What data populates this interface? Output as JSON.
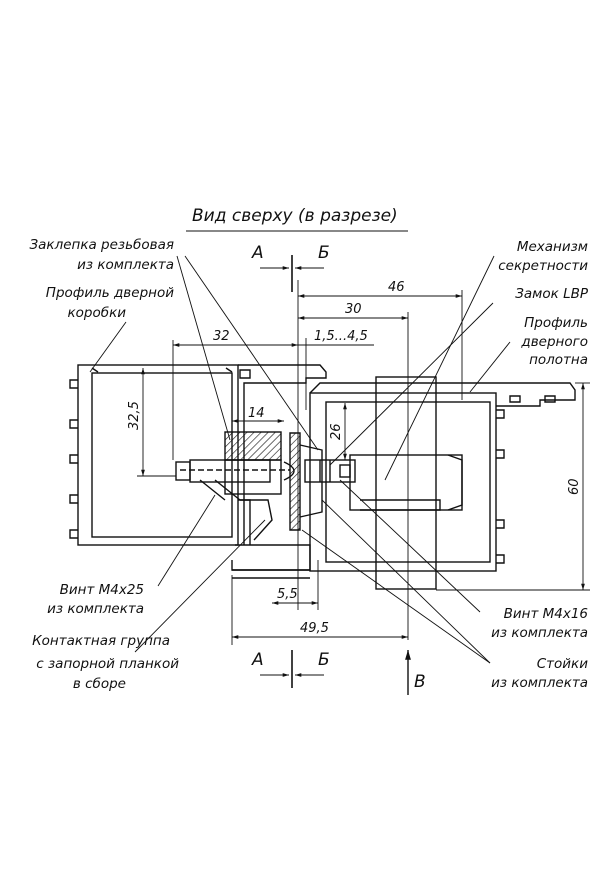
{
  "title": "Вид сверху (в разрезе)",
  "labels": {
    "rivet": [
      "Заклепка резьбовая",
      "из комплекта"
    ],
    "frame_profile": [
      "Профиль дверной",
      "коробки"
    ],
    "mechanism": [
      "Механизм",
      "секретности"
    ],
    "lock": "Замок LBP",
    "leaf_profile": [
      "Профиль",
      "дверного",
      "полотна"
    ],
    "screw_m4x25": [
      "Винт М4х25",
      "из комплекта"
    ],
    "contact_group": [
      "Контактная группа",
      "с запорной планкой",
      "в сборе"
    ],
    "screw_m4x16": [
      "Винт М4х16",
      "из комплекта"
    ],
    "posts": [
      "Стойки",
      "из комплекта"
    ]
  },
  "section_top": {
    "a": "А",
    "b": "Б"
  },
  "section_bottom": {
    "a": "А",
    "b": "Б"
  },
  "view_arrow": "В",
  "dimensions": {
    "d46": "46",
    "d30": "30",
    "d32": "32",
    "d1545": "1,5...4,5",
    "d14": "14",
    "d325": "32,5",
    "d26": "26",
    "d60": "60",
    "d55": "5,5",
    "d495": "49,5"
  },
  "colors": {
    "ink": "#111111",
    "fill": "#ffffff"
  }
}
